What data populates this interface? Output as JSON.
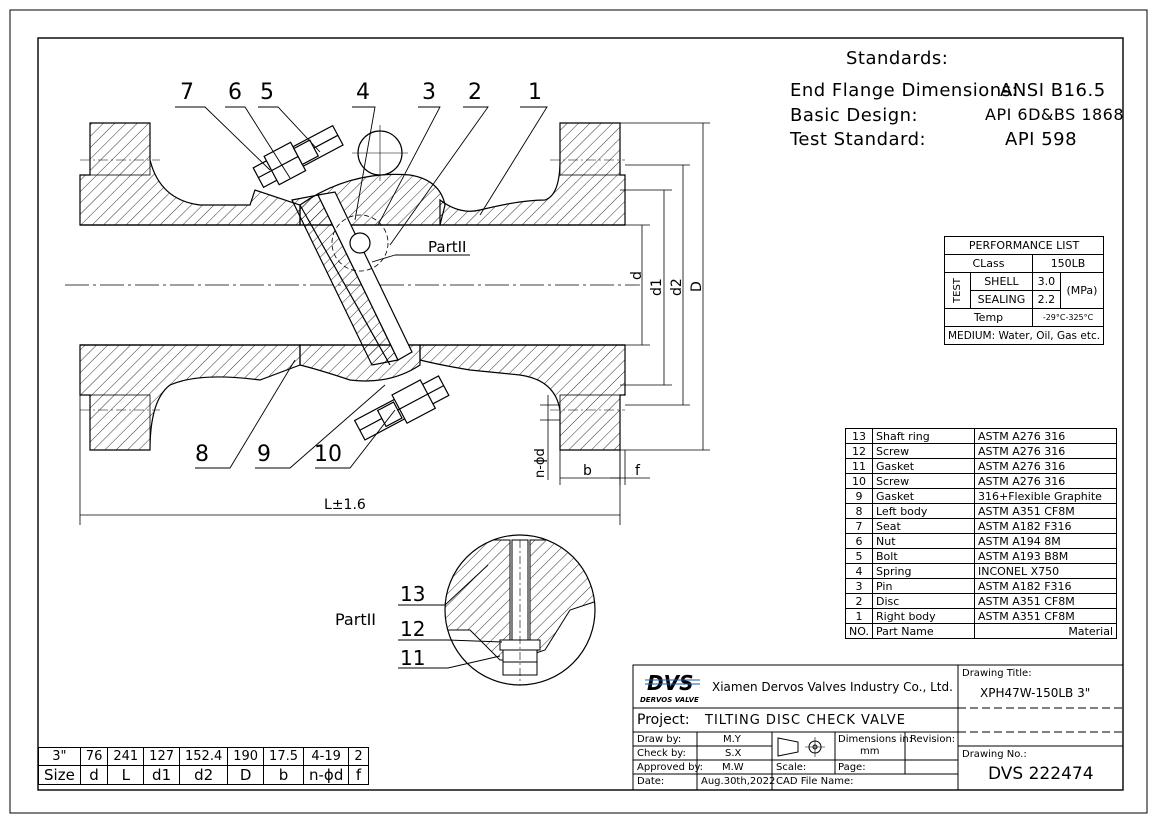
{
  "standards": {
    "heading": "Standards:",
    "rows": [
      {
        "label": "End Flange Dimensions:",
        "value": "ANSI B16.5"
      },
      {
        "label": "Basic Design:",
        "value": "API 6D&BS 1868"
      },
      {
        "label": "Test Standard:",
        "value": "API 598"
      }
    ]
  },
  "callouts": [
    "7",
    "6",
    "5",
    "4",
    "3",
    "2",
    "1",
    "8",
    "9",
    "10",
    "13",
    "12",
    "11"
  ],
  "drawing_labels": {
    "part_ref": "PartII",
    "detail_ref": "PartII",
    "dim_d": "d",
    "dim_d1": "d1",
    "dim_d2": "d2",
    "dim_D": "D",
    "dim_nphid": "n-ϕd",
    "dim_b": "b",
    "dim_f": "f",
    "dim_L": "L±1.6"
  },
  "performance": {
    "title": "PERFORMANCE LIST",
    "class_label": "CLass",
    "class_value": "150LB",
    "test_label": "TEST",
    "shell_label": "SHELL",
    "shell_value": "3.0",
    "sealing_label": "SEALING",
    "sealing_value": "2.2",
    "unit": "(MPa)",
    "temp_label": "Temp",
    "temp_value": "-29°C-325°C",
    "medium": "MEDIUM: Water, Oil, Gas etc."
  },
  "parts": {
    "rows": [
      {
        "no": "13",
        "name": "Shaft ring",
        "material": "ASTM A276 316"
      },
      {
        "no": "12",
        "name": "Screw",
        "material": "ASTM A276 316"
      },
      {
        "no": "11",
        "name": "Gasket",
        "material": "ASTM A276 316"
      },
      {
        "no": "10",
        "name": "Screw",
        "material": "ASTM A276 316"
      },
      {
        "no": "9",
        "name": "Gasket",
        "material": "316+Flexible Graphite"
      },
      {
        "no": "8",
        "name": "Left body",
        "material": "ASTM A351 CF8M"
      },
      {
        "no": "7",
        "name": "Seat",
        "material": "ASTM A182 F316"
      },
      {
        "no": "6",
        "name": "Nut",
        "material": "ASTM A194 8M"
      },
      {
        "no": "5",
        "name": "Bolt",
        "material": "ASTM A193 B8M"
      },
      {
        "no": "4",
        "name": "Spring",
        "material": "INCONEL X750"
      },
      {
        "no": "3",
        "name": "Pin",
        "material": "ASTM A182 F316"
      },
      {
        "no": "2",
        "name": "Disc",
        "material": "ASTM A351 CF8M"
      },
      {
        "no": "1",
        "name": "Right body",
        "material": "ASTM A351 CF8M"
      }
    ],
    "header": {
      "no": "NO.",
      "name": "Part Name",
      "material": "Material"
    }
  },
  "dimensions": {
    "values": [
      "3\"",
      "76",
      "241",
      "127",
      "152.4",
      "190",
      "17.5",
      "4-19",
      "2"
    ],
    "headers": [
      "Size",
      "d",
      "L",
      "d1",
      "d2",
      "D",
      "b",
      "n-ϕd",
      "f"
    ]
  },
  "title_block": {
    "logo_text": "DVS",
    "logo_sub": "DERVOS VALVE",
    "company": "Xiamen Dervos Valves Industry Co., Ltd.",
    "drawing_title_label": "Drawing Title:",
    "drawing_title": "XPH47W-150LB 3\"",
    "project_label": "Project:",
    "project": "TILTING DISC CHECK VALVE",
    "draw_by_label": "Draw by:",
    "draw_by": "M.Y",
    "check_by_label": "Check by:",
    "check_by": "S.X",
    "approved_by_label": "Approved by:",
    "approved_by": "M.W",
    "date_label": "Date:",
    "date": "Aug.30th,2022",
    "dimensions_in_label": "Dimensions in:",
    "dimensions_in": "mm",
    "revision_label": "Revision:",
    "scale_label": "Scale:",
    "page_label": "Page:",
    "cad_label": "CAD File Name:",
    "drawing_no_label": "Drawing No.:",
    "drawing_no": "DVS 222474"
  },
  "colors": {
    "line": "#000000",
    "logo": "#1a7a2e",
    "logo_stripe": "#1b5aa8"
  }
}
